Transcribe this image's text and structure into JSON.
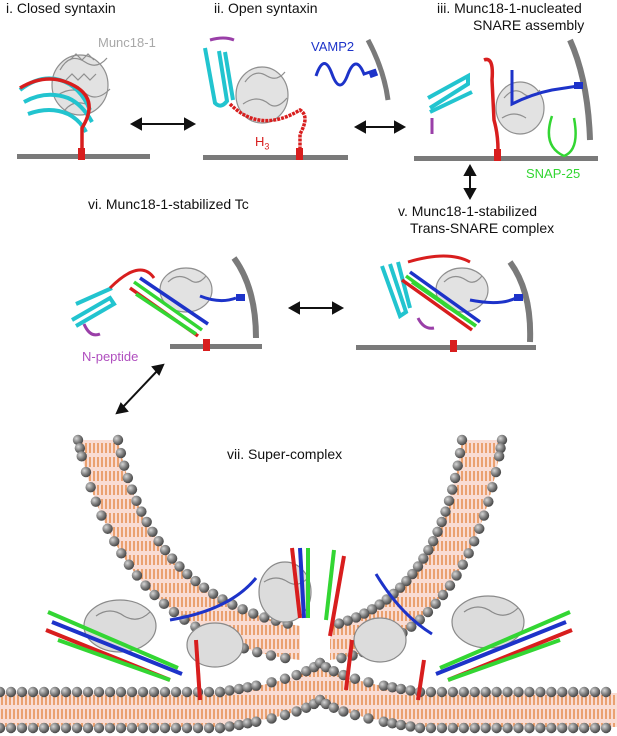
{
  "panels": {
    "closed": {
      "title": "i. Closed syntaxin"
    },
    "open": {
      "title": "ii. Open syntaxin"
    },
    "nucleated": {
      "title_line1": "iii. Munc18-1-nucleated",
      "title_line2": "SNARE assembly"
    },
    "trans": {
      "title_line1": "v. Munc18-1-stabilized",
      "title_line2": "Trans-SNARE complex"
    },
    "tc": {
      "title": "vi. Munc18-1-stabilized Tc"
    },
    "super": {
      "title": "vii. Super-complex"
    }
  },
  "annotations": {
    "munc18": "Munc18-1",
    "h3": "H",
    "h3_sub": "3",
    "vamp2": "VAMP2",
    "snap25": "SNAP-25",
    "npeptide": "N-peptide"
  },
  "colors": {
    "syntaxin_habc": "#22c4cf",
    "syntaxin_h3": "#d81e1e",
    "vamp2": "#1d33c9",
    "snap25": "#33d633",
    "npeptide": "#9a3fa8",
    "munc18": "#9a9a9a",
    "membrane": "#7a7a7a",
    "lipid_tail": "#e07a2e",
    "lipid_core": "#f9dcd3",
    "munc18_label": "#a8a8a8",
    "h3_label": "#d81e1e",
    "vamp2_label": "#1d33c9",
    "snap25_label": "#33d633",
    "npeptide_label": "#b04fbf"
  }
}
